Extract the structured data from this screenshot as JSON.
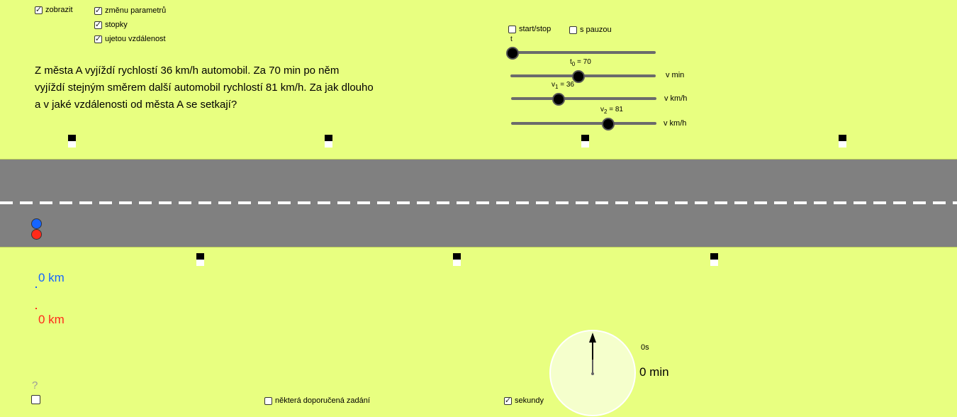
{
  "checkboxes": {
    "zobrazit": {
      "label": "zobrazit",
      "checked": true
    },
    "zmenu_parametru": {
      "label": "změnu parametrů",
      "checked": true
    },
    "stopky": {
      "label": "stopky",
      "checked": true
    },
    "ujetou_vzdalenost": {
      "label": "ujetou vzdálenost",
      "checked": true
    },
    "start_stop": {
      "label": "start/stop",
      "checked": false
    },
    "s_pauzou": {
      "label": "s pauzou",
      "checked": false
    },
    "doporucena": {
      "label": "některá doporučená zadání",
      "checked": false
    },
    "sekundy": {
      "label": "sekundy",
      "checked": true
    },
    "help": {
      "label": "",
      "checked": false
    }
  },
  "problem_text": {
    "line1": "Z města A vyjíždí rychlostí 36 km/h automobil. Za 70 min po něm",
    "line2": "vyjíždí stejným směrem další automobil rychlostí 81 km/h. Za jak dlouho",
    "line3": "a v jaké vzdálenosti od města A se setkají?"
  },
  "sliders": {
    "t": {
      "label": "t",
      "value_fraction": 0.0,
      "unit": ""
    },
    "t0": {
      "label_main": "t",
      "label_sub": "0",
      "label_value": " = 70",
      "value": 70,
      "unit": "v min"
    },
    "v1": {
      "label_main": "v",
      "label_sub": "1",
      "label_value": " = 36",
      "value": 36,
      "unit": "v km/h"
    },
    "v2": {
      "label_main": "v",
      "label_sub": "2",
      "label_value": " = 81",
      "value": 81,
      "unit": "v km/h"
    }
  },
  "distances": {
    "car1": "0 km",
    "car2": "0 km"
  },
  "stopwatch": {
    "seconds": "0s",
    "minutes": "0 min"
  },
  "help_mark": "?",
  "colors": {
    "background": "#e8ff80",
    "road": "#808080",
    "car1": "#1565ff",
    "car2": "#ff2a1a"
  }
}
